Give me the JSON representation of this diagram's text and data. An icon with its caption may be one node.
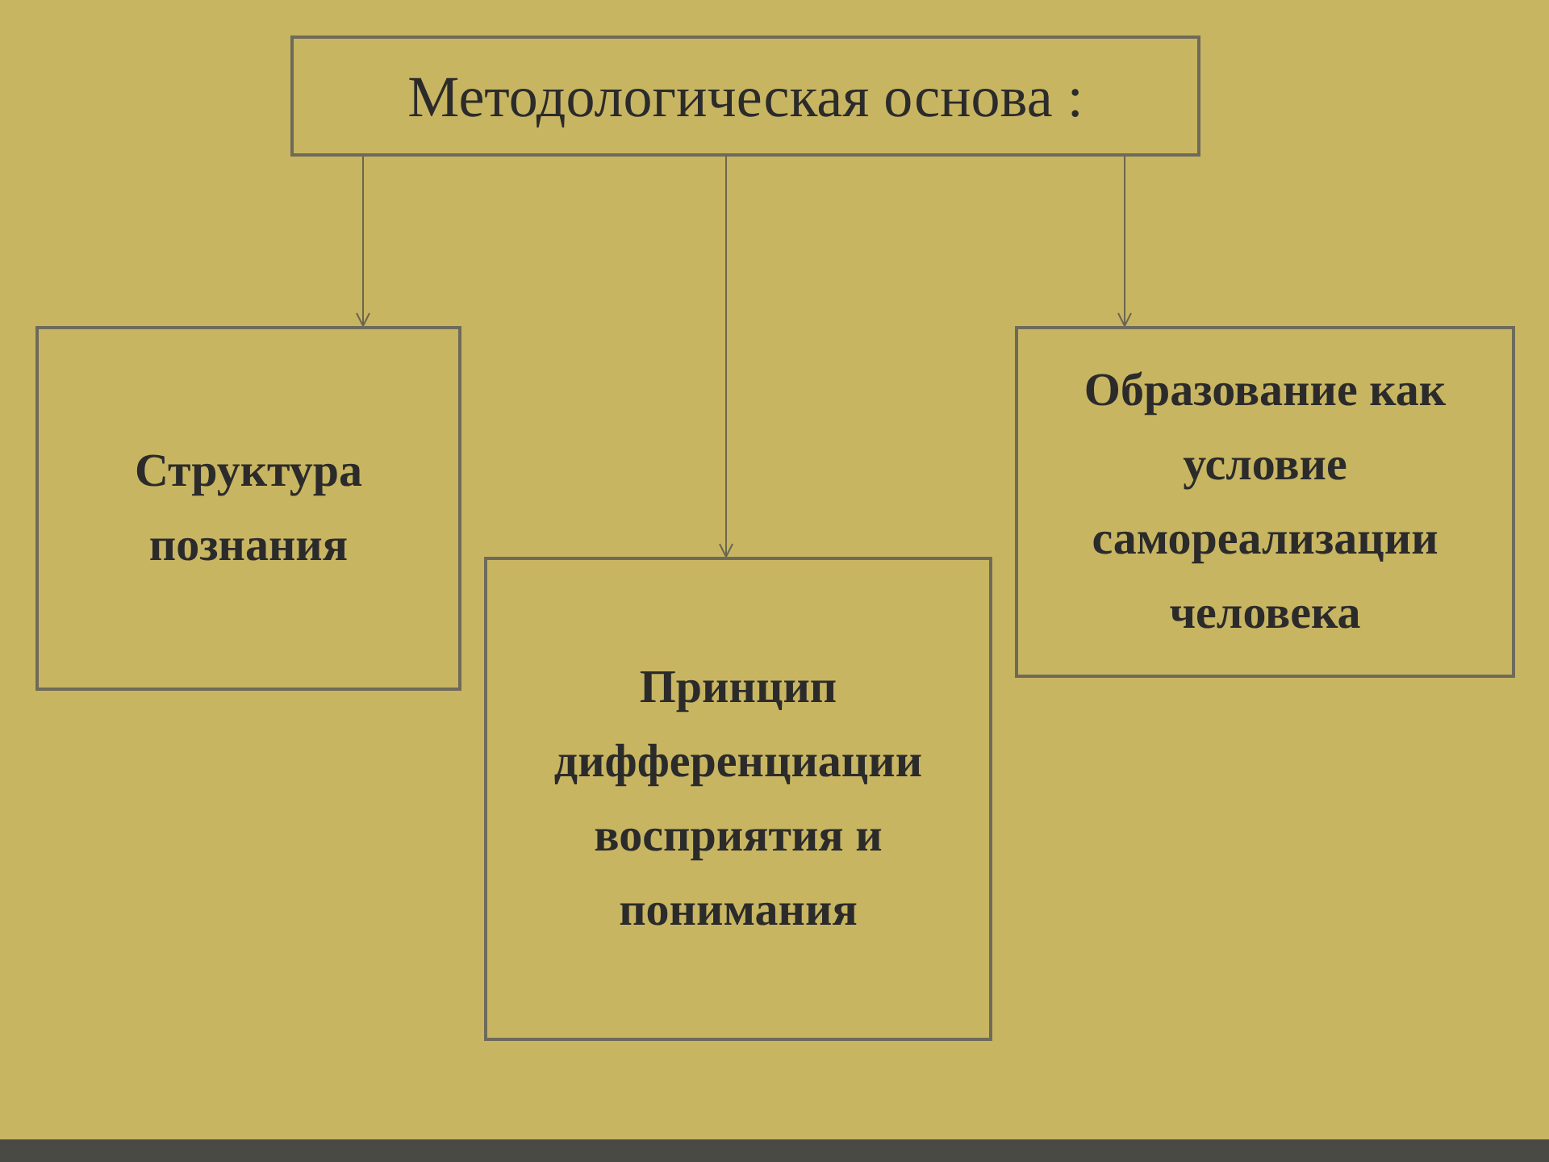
{
  "diagram": {
    "nodes": [
      {
        "text": [
          "Методологическая основа :"
        ]
      },
      {
        "text": [
          "Структура познания"
        ]
      },
      {
        "text": [
          "Принцип дифференциации восприятия и понимания"
        ]
      },
      {
        "text": [
          "Образование как условие самореализации человека"
        ]
      }
    ],
    "edges": [
      {
        "from": 0,
        "to": 1,
        "arrow": "to"
      },
      {
        "from": 0,
        "to": 2,
        "arrow": "to"
      },
      {
        "from": 0,
        "to": 3,
        "arrow": "to"
      }
    ]
  }
}
